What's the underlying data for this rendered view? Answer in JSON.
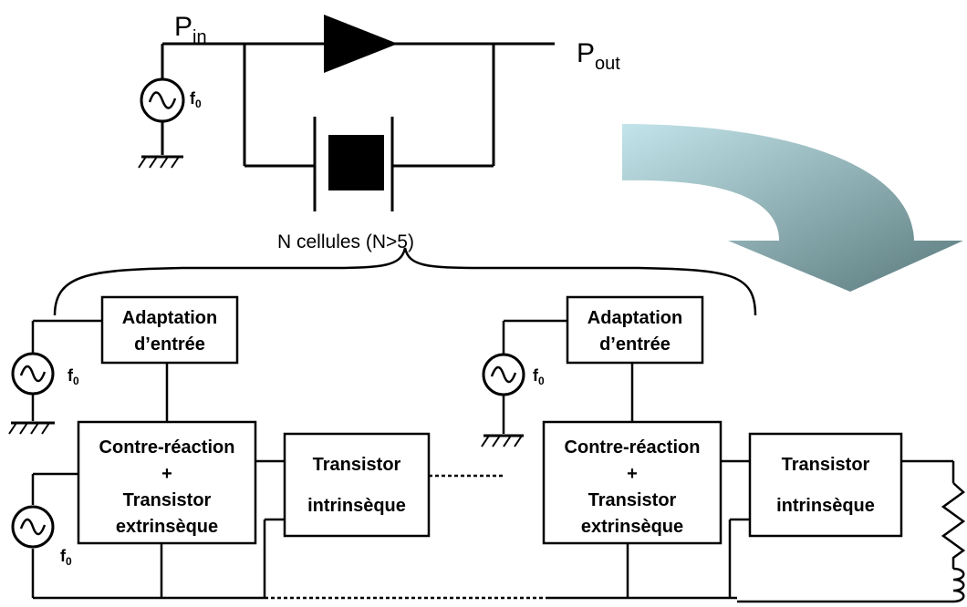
{
  "top": {
    "pin": "P",
    "pin_sub": "in",
    "pout": "P",
    "pout_sub": "out",
    "f0": "f",
    "f0_sub": "0",
    "caption": "N cellules (N>5)"
  },
  "cells": [
    {
      "adapt_line1": "Adaptation",
      "adapt_line2": "d’entrée",
      "cr_line1": "Contre-réaction",
      "cr_line2": "+",
      "cr_line3": "Transistor",
      "cr_line4": "extrinsèque",
      "ti_line1": "Transistor",
      "ti_line2": "intrinsèque"
    },
    {
      "adapt_line1": "Adaptation",
      "adapt_line2": "d’entrée",
      "cr_line1": "Contre-réaction",
      "cr_line2": "+",
      "cr_line3": "Transistor",
      "cr_line4": "extrinsèque",
      "ti_line1": "Transistor",
      "ti_line2": "intrinsèque"
    }
  ],
  "sources": {
    "f": "f",
    "sub": "0"
  },
  "arrow": {
    "color_light": "#c3e4ea",
    "color_dark": "#5a7a7d"
  }
}
